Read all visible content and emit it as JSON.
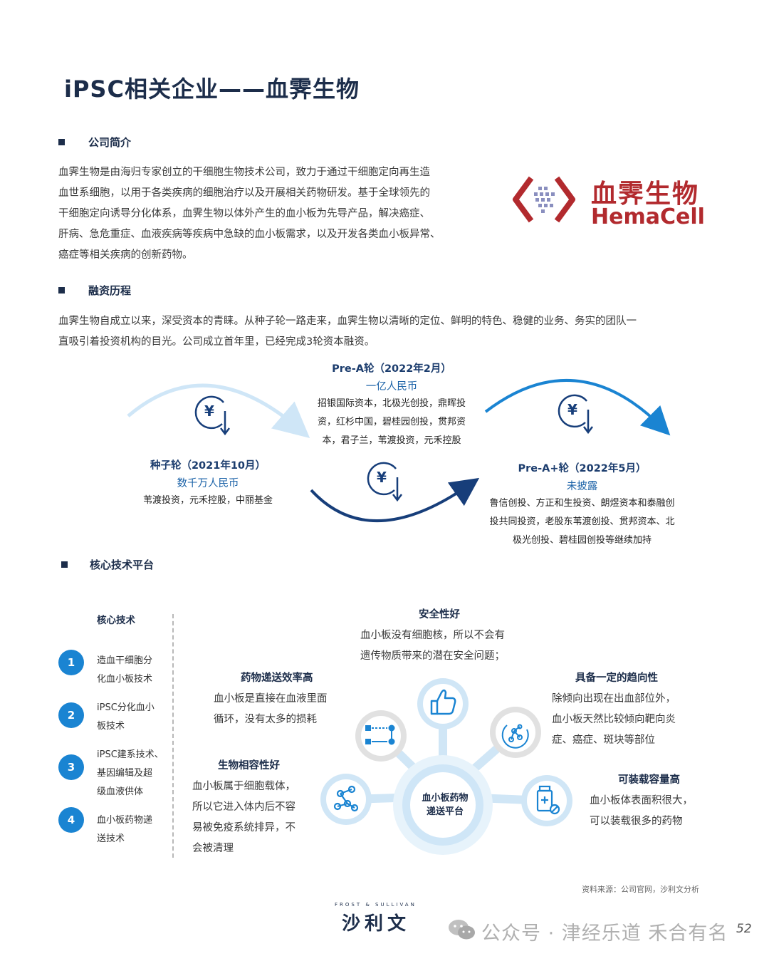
{
  "page_title": "iPSC相关企业——血霁生物",
  "sections": {
    "intro_head": "公司简介",
    "funding_head": "融资历程",
    "tech_head": "核心技术平台"
  },
  "intro_lines": [
    "血霁生物是由海归专家创立的干细胞生物技术公司，致力于通过干细胞定向再生造",
    "血世系细胞，以用于各类疾病的细胞治疗以及开展相关药物研发。基于全球领先的",
    "干细胞定向诱导分化体系，血霁生物以体外产生的血小板为先导产品，解决癌症、",
    "肝病、急危重症、血液疾病等疾病中急缺的血小板需求，以及开发各类血小板异常、",
    "癌症等相关疾病的创新药物。"
  ],
  "logo": {
    "cn": "血霁生物",
    "en": "HemaCell"
  },
  "funding_lines": [
    "血霁生物自成立以来，深受资本的青睐。从种子轮一路走来，血霁生物以清晰的定位、鲜明的特色、稳健的业务、务实的团队一",
    "直吸引着投资机构的目光。公司成立首年里，已经完成3轮资本融资。"
  ],
  "rounds": {
    "seed": {
      "name": "种子轮（2021年10月）",
      "amount": "数千万人民币",
      "investors": [
        "苇渡投资，元禾控股，中丽基金"
      ]
    },
    "prea": {
      "name": "Pre-A轮（2022年2月）",
      "amount": "一亿人民币",
      "investors": [
        "招银国际资本，北极光创投，鼎晖投",
        "资，红杉中国，碧桂园创投，贯邦资",
        "本，君子兰，苇渡投资，元禾控股"
      ]
    },
    "preaplus": {
      "name": "Pre-A+轮（2022年5月）",
      "amount": "未披露",
      "investors": [
        "鲁信创投、方正和生投资、朗煜资本和泰融创",
        "投共同投资，老股东苇渡创投、贯邦资本、北",
        "极光创投、碧桂园创投等继续加持"
      ]
    }
  },
  "yen_symbol": "¥",
  "core": {
    "label": "核心技术",
    "items": [
      {
        "num": "1",
        "lines": [
          "造血干细胞分",
          "化血小板技术"
        ]
      },
      {
        "num": "2",
        "lines": [
          "iPSC分化血小",
          "板技术"
        ]
      },
      {
        "num": "3",
        "lines": [
          "iPSC建系技术、",
          "基因编辑及超",
          "级血液供体"
        ]
      },
      {
        "num": "4",
        "lines": [
          "血小板药物递",
          "送技术"
        ]
      }
    ]
  },
  "hub": {
    "lines": [
      "血小板药物",
      "递送平台"
    ]
  },
  "features": {
    "safety": {
      "title": "安全性好",
      "lines": [
        "血小板没有细胞核，所以不会有",
        "遗传物质带来的潜在安全问题；"
      ]
    },
    "efficiency": {
      "title": "药物递送效率高",
      "lines": [
        "血小板是直接在血液里面",
        "循环，没有太多的损耗"
      ]
    },
    "tropism": {
      "title": "具备一定的趋向性",
      "lines": [
        "除倾向出现在出血部位外，",
        "血小板天然比较倾向靶向炎",
        "症、癌症、斑块等部位"
      ]
    },
    "compat": {
      "title": "生物相容性好",
      "lines": [
        "血小板属于细胞载体，",
        "所以它进入体内后不容",
        "易被免疫系统排异，不",
        "会被清理"
      ]
    },
    "capacity": {
      "title": "可装载容量高",
      "lines": [
        "血小板体表面积很大，",
        "可以装载很多的药物"
      ]
    }
  },
  "icons": [
    "yen-icon",
    "thumbs-up-icon",
    "flow-chart-icon",
    "molecule-icon",
    "network-icon",
    "medicine-icon",
    "wechat-icon"
  ],
  "colors": {
    "navy": "#1c2d4a",
    "blue": "#1a84d2",
    "light_blue": "#cfe6f7",
    "brand_red": "#b22a2e"
  },
  "source": "资料来源：公司官网，沙利文分析",
  "footer": {
    "fs_top": "FROST & SULLIVAN",
    "fs_main": "沙利文",
    "watermark": "公众号 · 津经乐道 禾合有名",
    "page": "52"
  }
}
